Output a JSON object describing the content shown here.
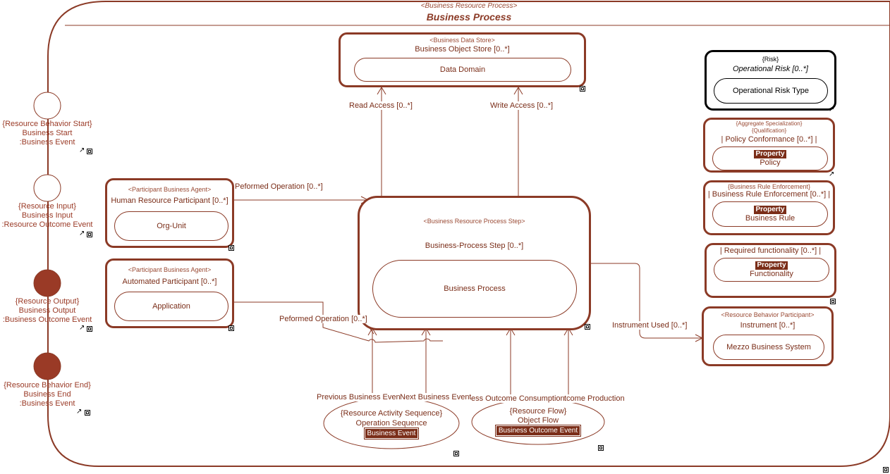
{
  "frame": {
    "stereotype": "<Business Resource Process>",
    "title": "Business Process"
  },
  "ports": [
    {
      "stereotype": "{Resource Behavior Start}",
      "name": "Business Start",
      "type": ":Business Event"
    },
    {
      "stereotype": "{Resource Input}",
      "name": "Business Input",
      "type": ":Resource Outcome Event"
    },
    {
      "stereotype": "{Resource Output}",
      "name": "Business Output",
      "type": ":Business Outcome Event"
    },
    {
      "stereotype": "{Resource Behavior End}",
      "name": "Business End",
      "type": ":Business Event"
    }
  ],
  "data_store": {
    "stereotype": "<Business Data Store>",
    "title": "Business Object Store [0..*]",
    "inner": "Data Domain"
  },
  "human_participant": {
    "stereotype": "<Participant Business Agent>",
    "title": "Human Resource Participant [0..*]",
    "inner": "Org-Unit"
  },
  "automated_participant": {
    "stereotype": "<Participant Business Agent>",
    "title": "Automated Participant [0..*]",
    "inner": "Application"
  },
  "process_step": {
    "stereotype": "<Business Resource Process Step>",
    "title": "Business-Process Step [0..*]",
    "inner": "Business Process"
  },
  "risk": {
    "stereotype": "{Risk}",
    "title": "Operational Risk [0..*]",
    "inner": "Operational Risk Type"
  },
  "policy": {
    "stereotype": "{Aggregate Specialization}",
    "stereotype2": "{Qualification}",
    "title": "| Policy Conformance [0..*] |",
    "badge": "Property",
    "inner": "Policy"
  },
  "business_rule": {
    "stereotype": "{Business Rule Enforcement}",
    "title": "| Business Rule Enforcement [0..*] |",
    "badge": "Property",
    "inner": "Business Rule"
  },
  "functionality": {
    "title": "| Required functionality [0..*] |",
    "badge": "Property",
    "inner": "Functionality"
  },
  "instrument": {
    "stereotype": "<Resource Behavior Participant>",
    "title": "Instrument [0..*]",
    "inner": "Mezzo Business System"
  },
  "sequence": {
    "stereotype": "{Resource Activity Sequence}",
    "name": "Operation Sequence",
    "badge": "Business Event"
  },
  "flow": {
    "stereotype": "{Resource Flow}",
    "name": "Object Flow",
    "badge": "Business Outcome Event"
  },
  "labels": {
    "read_access": "Read Access [0..*]",
    "write_access": "Write Access [0..*]",
    "performed_op_1": "Peformed Operation [0..*]",
    "performed_op_2": "Peformed Operation [0..*]",
    "instrument_used": "Instrument Used [0..*]",
    "previous_event": "Previous Business Event",
    "next_event": "Next Business Event",
    "outcome_consumption": "ess Outcome Consumption",
    "outcome_production": "tcome Production"
  },
  "colors": {
    "brand": "#8b3a26",
    "filled_port": "#9a3a26"
  }
}
